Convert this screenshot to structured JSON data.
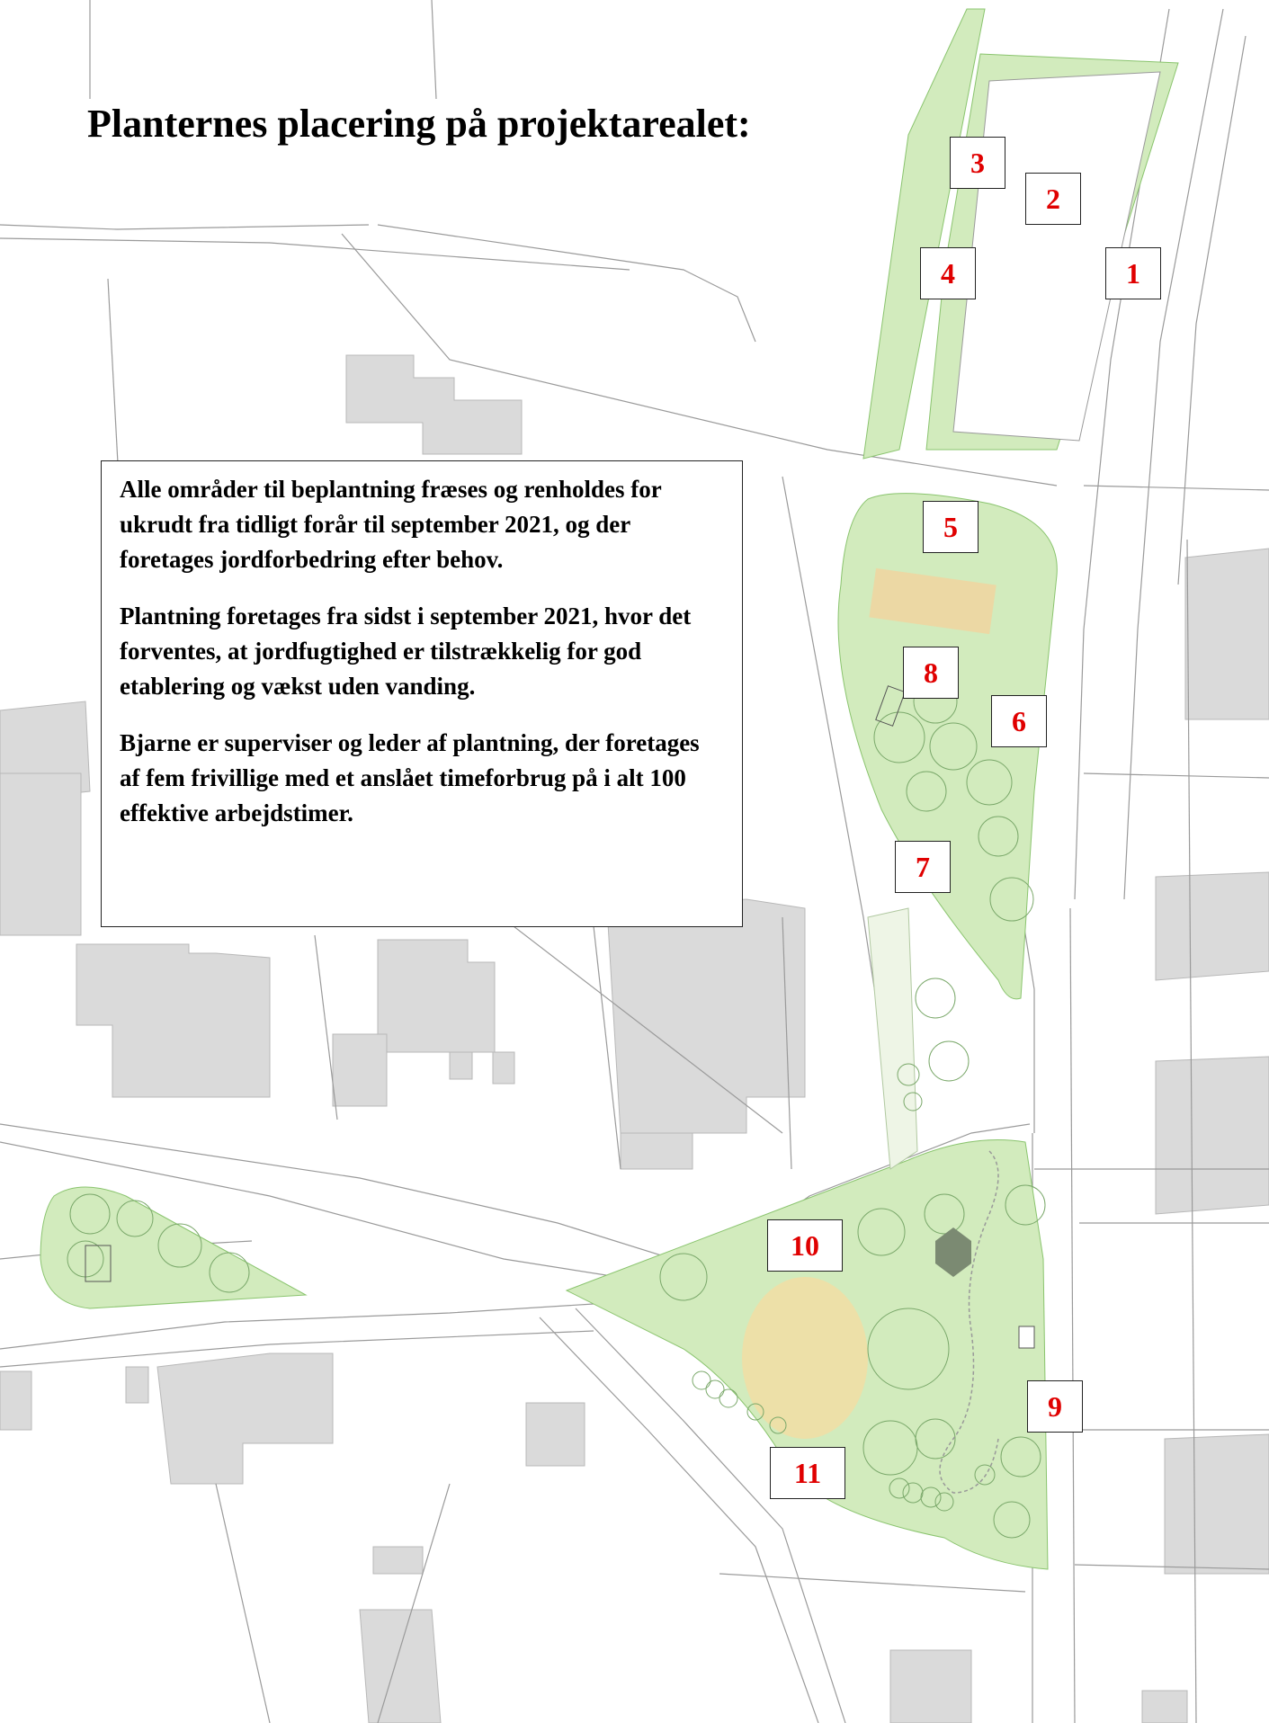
{
  "title": "Planternes placering på projektarealet:",
  "info": {
    "paragraph_1": "Alle områder til beplantning fræses og renholdes for ukrudt fra tidligt forår til september 2021, og der foretages jordforbedring efter behov.",
    "paragraph_2": "Plantning foretages fra sidst i september 2021, hvor det forventes, at jordfugtighed er tilstrækkelig for god etablering og vækst uden vanding.",
    "paragraph_3": "Bjarne er superviser og leder af plantning, der foretages af fem frivillige med et anslået timeforbrug på i alt 100 effektive arbejdstimer."
  },
  "markers": [
    "1",
    "2",
    "3",
    "4",
    "5",
    "6",
    "7",
    "8",
    "9",
    "10",
    "11"
  ],
  "colors": {
    "planting_area": "#cfe8b8",
    "sand_area": "#e8dca0",
    "building": "#d6d6d6",
    "marker_text": "#e00000",
    "map_lines": "#9a9a9a"
  }
}
